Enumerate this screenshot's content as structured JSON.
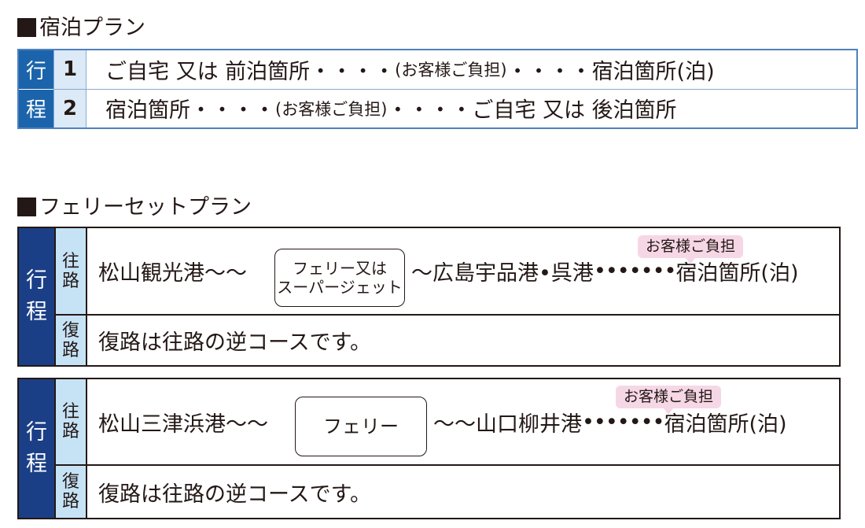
{
  "lodging": {
    "heading": "宿泊プラン",
    "side_char_1": "行",
    "side_char_2": "程",
    "rows": [
      {
        "num": "1",
        "start": "ご自宅 又は 前泊箇所",
        "dots_a": "・・・・",
        "note": "(お客様ご負担)",
        "dots_b": "・・・・",
        "end": "宿泊箇所(泊)"
      },
      {
        "num": "2",
        "start": "宿泊箇所",
        "dots_a": "・・・・",
        "note": "(お客様ご負担)",
        "dots_b": "・・・・",
        "end": "ご自宅 又は 後泊箇所"
      }
    ]
  },
  "ferry_set": {
    "heading": "フェリーセットプラン",
    "plans": [
      {
        "side_char_1": "行",
        "side_char_2": "程",
        "outbound_label_1": "往",
        "outbound_label_2": "路",
        "return_label_1": "復",
        "return_label_2": "路",
        "origin": "松山観光港",
        "wave_before": "〜〜",
        "transport_line_1": "フェリー又は",
        "transport_line_2": "スーパージェット",
        "wave_after": "〜",
        "destination": "広島宇品港•呉港",
        "dots": "•••••••",
        "end": "宿泊箇所(泊)",
        "burden_badge": "お客様ご負担",
        "return_text": "復路は往路の逆コースです。"
      },
      {
        "side_char_1": "行",
        "side_char_2": "程",
        "outbound_label_1": "往",
        "outbound_label_2": "路",
        "return_label_1": "復",
        "return_label_2": "路",
        "origin": "松山三津浜港",
        "wave_before": "〜〜",
        "transport_line_1": "フェリー",
        "wave_after": "〜〜",
        "destination": "山口柳井港",
        "dots": "•••••••",
        "end": "宿泊箇所(泊)",
        "burden_badge": "お客様ご負担",
        "return_text": "復路は往路の逆コースです。"
      }
    ]
  }
}
